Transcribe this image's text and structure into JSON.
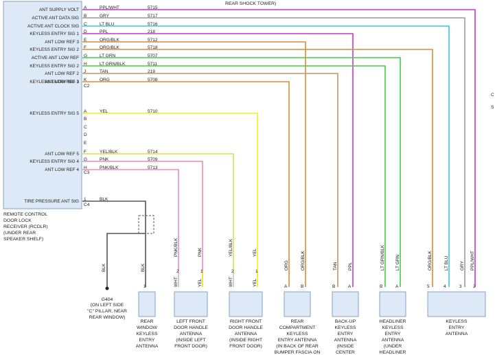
{
  "header_fragment": "REAR SHOCK TOWER)",
  "module": {
    "name_lines": [
      "REMOTE CONTROL",
      "DOOR LOCK",
      "RECEIVER (RCDLR)",
      "(UNDER REAR",
      "SPEAKER SHELF)"
    ],
    "connectors": [
      "C2",
      "C3",
      "C4"
    ],
    "pins": [
      {
        "signal": "ANT SUPPLY VOLT",
        "pin": "A",
        "color": "PPL/WHT",
        "circuit": "5715",
        "hex": "#cc33cc"
      },
      {
        "signal": "ACTIVE ANT DATA SIG",
        "pin": "B",
        "color": "GRY",
        "circuit": "5717",
        "hex": "#999999"
      },
      {
        "signal": "ACTIVE ANT CLOCK SIG",
        "pin": "C",
        "color": "LT BLU",
        "circuit": "5716",
        "hex": "#33ccdd"
      },
      {
        "signal": "KEYLESS ENTRY SIG 1",
        "pin": "D",
        "color": "PPL",
        "circuit": "218",
        "hex": "#cc33cc"
      },
      {
        "signal": "ANT LOW REF 3",
        "pin": "E",
        "color": "ORG/BLK",
        "circuit": "5712",
        "hex": "#d98a3a"
      },
      {
        "signal": "KEYLESS ENTRY SIG 2",
        "pin": "F",
        "color": "ORG/BLK",
        "circuit": "5718",
        "hex": "#d98a3a"
      },
      {
        "signal": "ACTIVE ANT LOW REF",
        "pin": "G",
        "color": "LT GRN",
        "circuit": "5707",
        "hex": "#d98a3a"
      },
      {
        "signal": "KEYLESS ENTRY SIG 2",
        "pin": "H",
        "color": "LT GRN/BLK",
        "circuit": "5711",
        "hex": "#44cc44"
      },
      {
        "signal": "ANT LOW REF 2",
        "pin": "J",
        "color": "TAN",
        "circuit": "219",
        "hex": "#44cc44"
      },
      {
        "signal": "ANT LOW REF 1",
        "pin": "K",
        "color": "ORG",
        "circuit": "5708",
        "hex": "#b89a66"
      },
      {
        "signal": "KEYLESS ENTRY SIG 3",
        "pin": "",
        "color": "",
        "circuit": "",
        "hex": "#d98a3a"
      },
      {
        "signal": "KEYLESS ENTRY SIG 5",
        "pin": "A",
        "color": "YEL",
        "circuit": "5710",
        "hex": "#eeee22"
      },
      {
        "signal": "",
        "pin": "B",
        "color": "",
        "circuit": "",
        "hex": ""
      },
      {
        "signal": "",
        "pin": "C",
        "color": "",
        "circuit": "",
        "hex": ""
      },
      {
        "signal": "",
        "pin": "D",
        "color": "",
        "circuit": "",
        "hex": ""
      },
      {
        "signal": "",
        "pin": "E",
        "color": "",
        "circuit": "",
        "hex": ""
      },
      {
        "signal": "ANT LOW REF 5",
        "pin": "F",
        "color": "YEL/BLK",
        "circuit": "5714",
        "hex": "#dddd55"
      },
      {
        "signal": "KEYLESS ENTRY SIG 4",
        "pin": "G",
        "color": "PNK",
        "circuit": "5709",
        "hex": "#ee88bb"
      },
      {
        "signal": "ANT LOW REF 4",
        "pin": "H",
        "color": "PNK/BLK",
        "circuit": "5713",
        "hex": "#ee88bb"
      },
      {
        "signal": "TIRE PRESSURE ANT SIG",
        "pin": "1",
        "color": "BLK",
        "circuit": "",
        "hex": "#555555"
      }
    ]
  },
  "ground": {
    "id": "G404",
    "lines": [
      "(ON LEFT SIDE",
      "\"C\" PILLAR, NEAR",
      "REAR WINDOW)"
    ]
  },
  "wire_labels": {
    "blk_ground": "BLK",
    "blk_rear": "BLK",
    "lf1": "PNK/BLK",
    "lf2": "PNK",
    "lf1w": "WHT",
    "lf2w": "YEL",
    "rf1": "YEL/BLK",
    "rf2": "YEL",
    "rf1w": "WHT",
    "rf2w": "YEL",
    "rc1": "ORG",
    "rc2": "ORG/BLK",
    "bu1": "TAN",
    "bu2": "PPL",
    "hl1": "LT GRN/BLK",
    "hl2": "LT GRN",
    "ke1": "ORG/BLK",
    "ke2": "LT BLU",
    "ke3": "GRY",
    "ke4": "PPL/WHT"
  },
  "components": [
    {
      "name_lines": [
        "REAR",
        "WINDOW",
        "KEYLESS",
        "ENTRY",
        "ANTENNA"
      ],
      "pins": [
        "1"
      ]
    },
    {
      "name_lines": [
        "LEFT FRONT",
        "DOOR HANDLE",
        "ANTENNA",
        "(INSIDE LEFT",
        "FRONT DOOR)"
      ],
      "pins": [
        "2",
        "1"
      ]
    },
    {
      "name_lines": [
        "RIGHT FRONT",
        "DOOR HANDLE",
        "ANTENNA",
        "(INSIDE RIGHT",
        "FRONT DOOR)"
      ],
      "pins": [
        "2",
        "1"
      ]
    },
    {
      "name_lines": [
        "REAR",
        "COMPARTMENT",
        "KEYLESS",
        "ENTRY ANTENNA",
        "(IN BACK OF REAR",
        "BUMPER FASCIA ON"
      ],
      "pins": [
        "A",
        "B"
      ]
    },
    {
      "name_lines": [
        "BACK-UP",
        "KEYLESS",
        "ENTRY",
        "ANTENNA",
        "(INSIDE",
        "CENTER"
      ],
      "pins": [
        "B",
        "A"
      ]
    },
    {
      "name_lines": [
        "HEADLINER",
        "KEYLESS",
        "ENTRY",
        "ANTENNA",
        "(UNDER",
        "HEADLINER"
      ],
      "pins": [
        "B",
        "A"
      ]
    },
    {
      "name_lines": [
        "KEYLESS",
        "ENTRY",
        "ANTENNA"
      ],
      "pins": [
        "5",
        "4",
        "3",
        "2"
      ]
    }
  ],
  "edge_fragments": [
    "C",
    "S"
  ]
}
